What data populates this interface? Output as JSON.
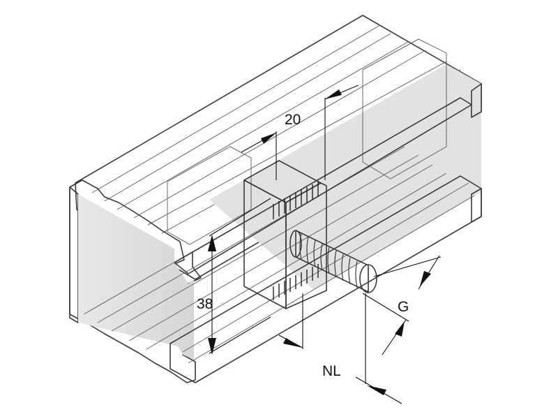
{
  "dimensions": {
    "width_label": "20",
    "height_label": "38",
    "thread_label": "G",
    "length_label": "NL"
  }
}
